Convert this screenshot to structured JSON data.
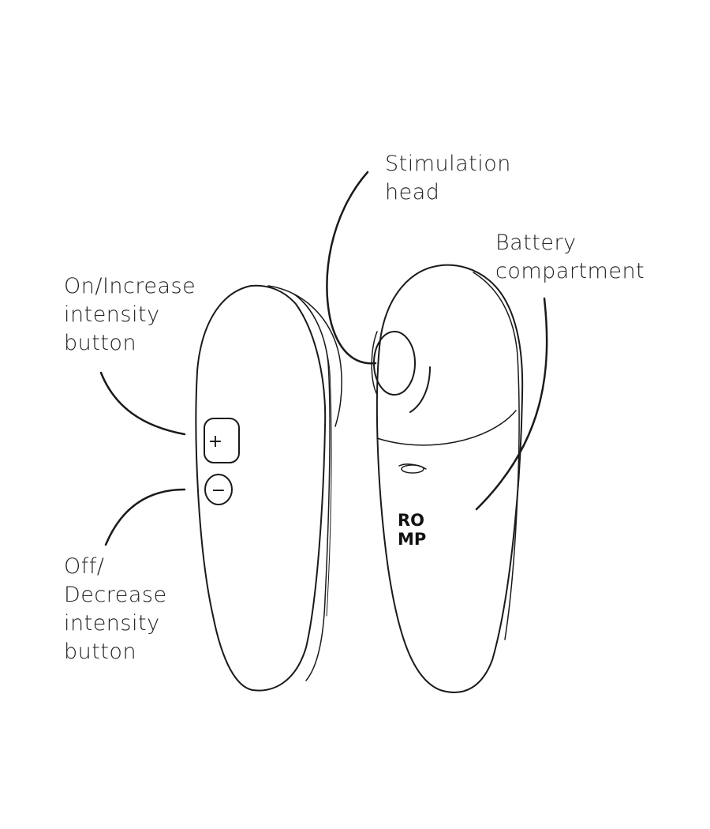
{
  "labels": {
    "on_increase": [
      "On/Increase",
      "intensity",
      "button"
    ],
    "off_decrease": [
      "Off/",
      "Decrease",
      "intensity",
      "button"
    ],
    "stimulation_head": [
      "Stimulation",
      "head"
    ],
    "battery_compartment": [
      "Battery",
      "compartment"
    ]
  },
  "buttons": {
    "plus_symbol": "+",
    "minus_symbol": "−"
  },
  "brand": {
    "line1": "RO",
    "line2": "MP"
  },
  "colors": {
    "line": "#1a1a1a",
    "background": "#ffffff"
  }
}
